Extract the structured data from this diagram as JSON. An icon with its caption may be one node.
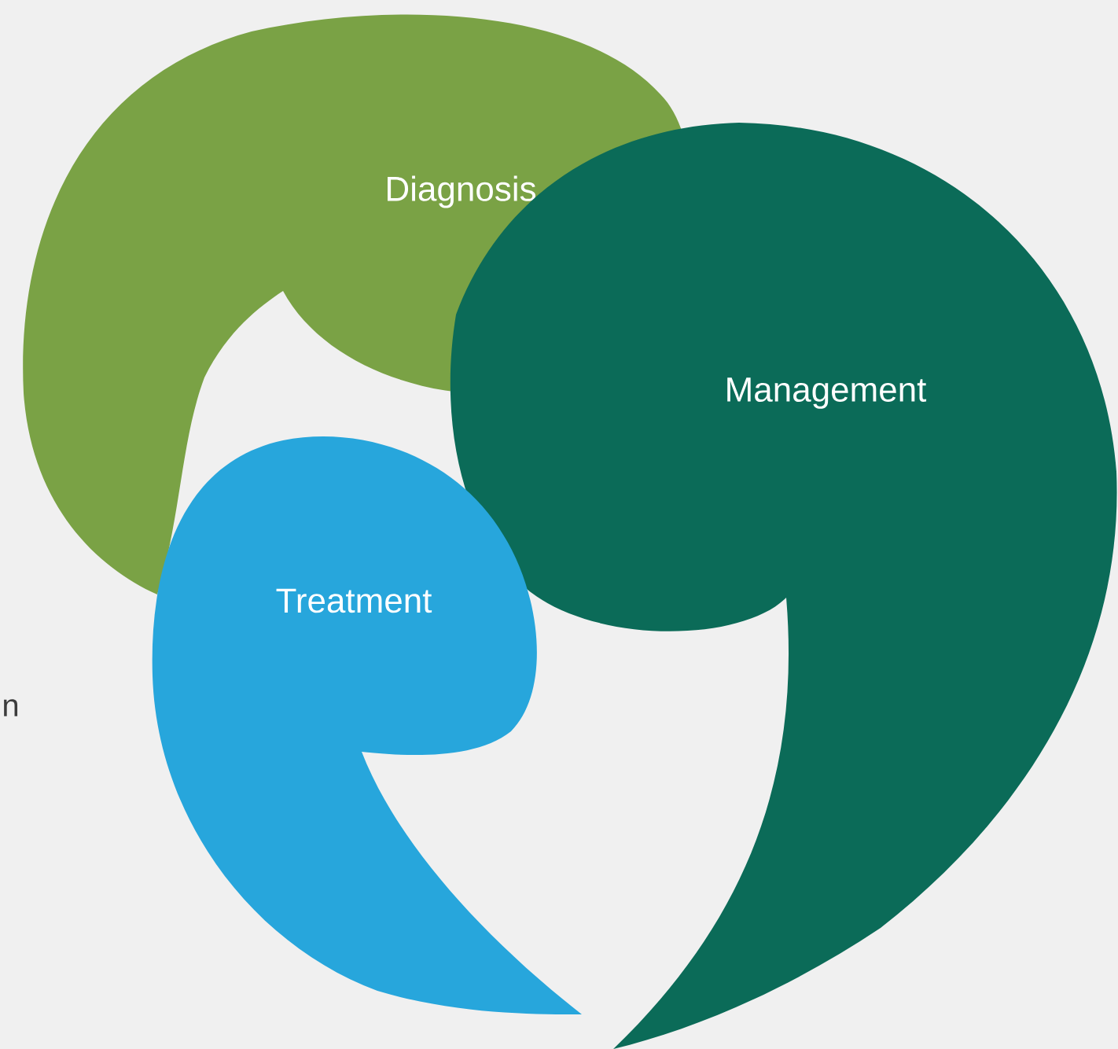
{
  "diagram": {
    "nodes": [
      {
        "text": [
          "Diagnosis"
        ]
      },
      {
        "text": [
          "Management"
        ]
      },
      {
        "text": [
          "Treatment"
        ]
      }
    ],
    "labels": [
      "n"
    ]
  }
}
